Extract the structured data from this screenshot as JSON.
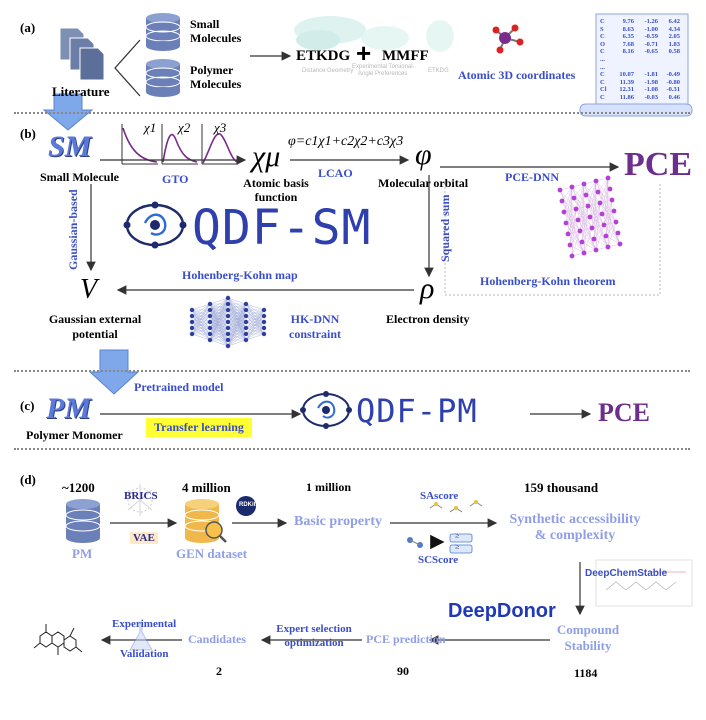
{
  "panel_a": {
    "label": "(a)",
    "literature": "Literature",
    "small_molecules_l1": "Small",
    "small_molecules_l2": "Molecules",
    "polymer_molecules_l1": "Polymer",
    "polymer_molecules_l2": "Molecules",
    "etkdg": "ETKDG",
    "plus": "+",
    "mmff": "MMFF",
    "etkdg_sub1": "Distance Geometry",
    "etkdg_sub2": "Experimental Torsional-",
    "etkdg_sub3": "Angle Preferences",
    "etkdg_sub4": "ETKDG",
    "atomic_coords": "Atomic 3D coordinates",
    "coord_rows_top": [
      [
        "C",
        "9.76",
        "-1.26",
        "6.42"
      ],
      [
        "S",
        "8.63",
        "-1.00",
        "4.34"
      ],
      [
        "C",
        "6.35",
        "-0.59",
        "2.05"
      ],
      [
        "O",
        "7.68",
        "-0.71",
        "1.83"
      ],
      [
        "C",
        "8.16",
        "-0.65",
        "0.58"
      ]
    ],
    "coord_rows_bottom": [
      [
        "C",
        "10.07",
        "-1.81",
        "-0.49"
      ],
      [
        "C",
        "11.39",
        "-1.98",
        "-0.80"
      ],
      [
        "Cl",
        "12.31",
        "-1.08",
        "-0.31"
      ],
      [
        "C",
        "11.86",
        "-0.03",
        "0.46"
      ]
    ],
    "coord_ellipsis": "..."
  },
  "panel_b": {
    "label": "(b)",
    "sm_symbol": "SM",
    "small_molecule": "Small Molecule",
    "gto": "GTO",
    "chi1": "χ1",
    "chi2": "χ2",
    "chi3": "χ3",
    "chi_mu": "χμ",
    "atomic_basis_l1": "Atomic basis",
    "atomic_basis_l2": "function",
    "lcao_equation": "φ=c1χ1+c2χ2+c3χ3",
    "lcao": "LCAO",
    "phi": "φ",
    "molecular_orbital": "Molecular orbital",
    "pce_dnn": "PCE-DNN",
    "pce": "PCE",
    "qdf_sm": "QDF-SM",
    "gaussian_based": "Gaussian-based",
    "squared_sum": "Squared sum",
    "hk_map": "Hohenberg-Kohn map",
    "hk_theorem": "Hohenberg-Kohn theorem",
    "v": "V",
    "rho": "ρ",
    "gaussian_potential_l1": "Gaussian external",
    "gaussian_potential_l2": "potential",
    "hk_dnn_l1": "HK-DNN",
    "hk_dnn_l2": "constraint",
    "electron_density": "Electron density"
  },
  "panel_c": {
    "label": "(c)",
    "pm_symbol": "PM",
    "polymer_monomer": "Polymer Monomer",
    "pretrained": "Pretrained model",
    "transfer": "Transfer learning",
    "qdf_pm": "QDF-PM",
    "pce": "PCE"
  },
  "panel_d": {
    "label": "(d)",
    "n1200": "~1200",
    "pm": "PM",
    "brics": "BRICS",
    "vae": "VAE",
    "four_million": "4 million",
    "gen_dataset": "GEN dataset",
    "rdkit": "RDKit",
    "one_million": "1 million",
    "basic_property": "Basic property",
    "sascore": "SAscore",
    "scscore": "SCScore",
    "score_glyphs": "≥",
    "thousand159": "159 thousand",
    "synthetic_l1": "Synthetic accessibility",
    "synthetic_l2": "& complexity",
    "deepchemstable": "DeepChemStable",
    "deepdonor": "DeepDonor",
    "compound_l1": "Compound",
    "compound_l2": "Stability",
    "n1184": "1184",
    "pce_prediction": "PCE prediction",
    "n90": "90",
    "expert_l1": "Expert selection",
    "expert_l2": "optimization",
    "candidates": "Candidates",
    "n2": "2",
    "experimental": "Experimental",
    "validation": "Validation"
  },
  "colors": {
    "blue_text": "#3a4ec9",
    "light_blue_text": "#8f9ee6",
    "purple": "#6d2f8e",
    "arrow_fill": "#7ea8ea",
    "highlight": "#ffff33"
  }
}
